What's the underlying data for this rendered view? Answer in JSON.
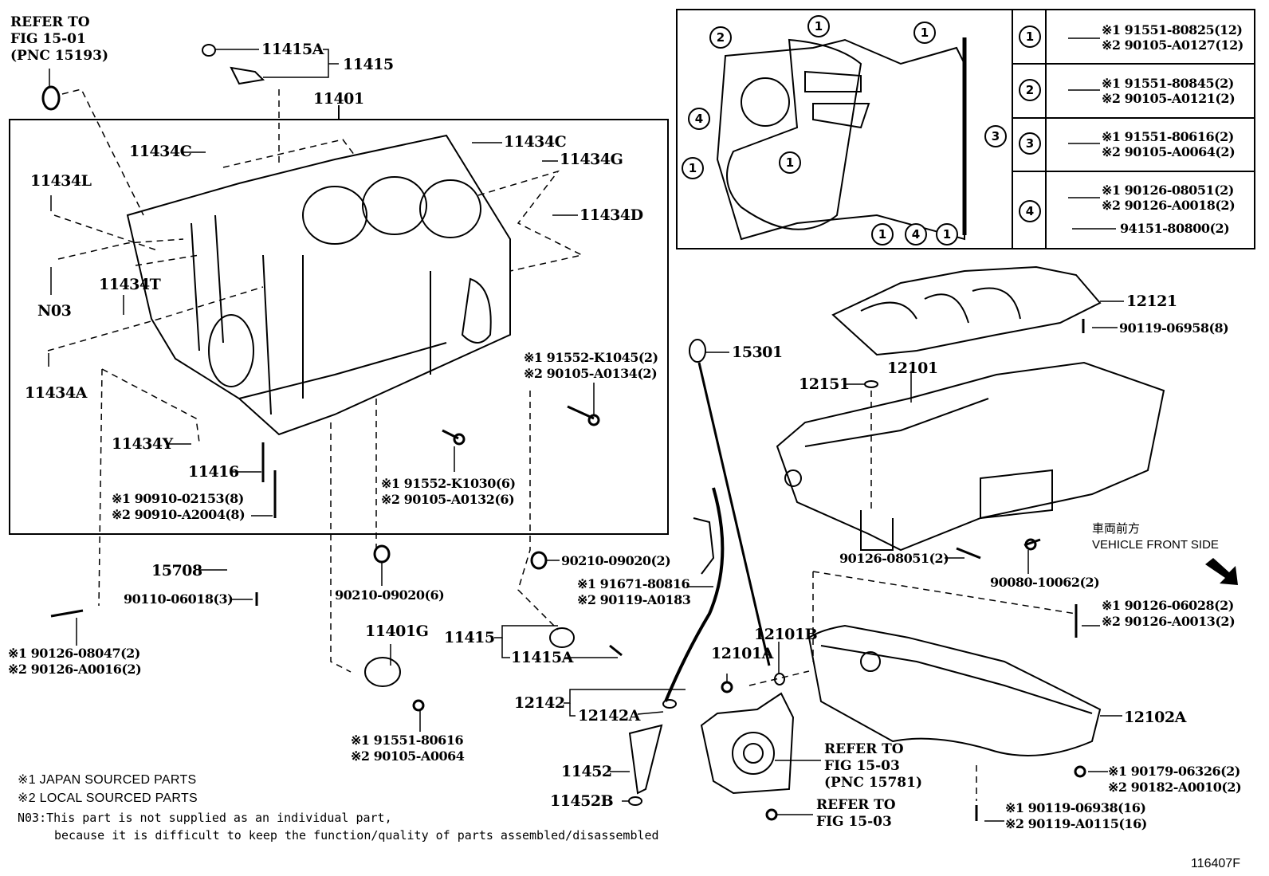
{
  "figure_id": "116407F",
  "legend": {
    "note1": "※1 JAPAN SOURCED PARTS",
    "note2": "※2 LOCAL SOURCED PARTS",
    "n03_line1": "N03:This part is not supplied as an individual part,",
    "n03_line2": "because it is difficult to keep the function/quality of parts assembled/disassembled"
  },
  "refs": {
    "fig1501": "REFER TO\nFIG 15-01\n(PNC 15193)",
    "fig1503_pnc": "REFER TO\nFIG 15-03\n(PNC 15781)",
    "fig1503": "REFER TO\nFIG 15-03"
  },
  "vehicle_front": {
    "jp": "車両前方",
    "en": "VEHICLE FRONT SIDE"
  },
  "labels": {
    "p11415A_top": "11415A",
    "p11415_top": "11415",
    "p11401": "11401",
    "p11434C_left": "11434C",
    "p11434C_right": "11434C",
    "p11434G": "11434G",
    "p11434L": "11434L",
    "p11434D": "11434D",
    "pN03": "N03",
    "p11434T": "11434T",
    "p11434A": "11434A",
    "p11434Y": "11434Y",
    "p11416": "11416",
    "b11416_1": "※1 90910-02153(8)",
    "b11416_2": "※2 90910-A2004(8)",
    "k1045_1": "※1 91552-K1045(2)",
    "k1045_2": "※2 90105-A0134(2)",
    "k1030_1": "※1 91552-K1030(6)",
    "k1030_2": "※2 90105-A0132(6)",
    "p15708": "15708",
    "p90110": "90110-06018(3)",
    "stud1": "※1 90126-08047(2)",
    "stud2": "※2 90126-A0016(2)",
    "gasket6": "90210-09020(6)",
    "gasket2": "90210-09020(2)",
    "p91671_1": "※1 91671-80816",
    "p91671_2": "※2 90119-A0183",
    "p11401G": "11401G",
    "s80616_1": "※1 91551-80616",
    "s80616_2": "※2 90105-A0064",
    "p11415_bot": "11415",
    "p11415A_bot": "11415A",
    "p15301": "15301",
    "p12142": "12142",
    "p12142A": "12142A",
    "p11452": "11452",
    "p11452B": "11452B",
    "p12121": "12121",
    "b06958": "90119-06958(8)",
    "p12151": "12151",
    "p12101": "12101",
    "stud08051": "90126-08051(2)",
    "b10062": "90080-10062(2)",
    "p12101B": "12101B",
    "p12101A": "12101A",
    "s06028_1": "※1 90126-06028(2)",
    "s06028_2": "※2 90126-A0013(2)",
    "p12102A": "12102A",
    "n06326_1": "※1 90179-06326(2)",
    "n06326_2": "※2 90182-A0010(2)",
    "b06938_1": "※1 90119-06938(16)",
    "b06938_2": "※2 90119-A0115(16)"
  },
  "bolt_table": {
    "rows": [
      {
        "key": "1",
        "line1": "※1 91551-80825(12)",
        "line2": "※2 90105-A0127(12)"
      },
      {
        "key": "2",
        "line1": "※1 91551-80845(2)",
        "line2": "※2 90105-A0121(2)"
      },
      {
        "key": "3",
        "line1": "※1 91551-80616(2)",
        "line2": "※2 90105-A0064(2)"
      },
      {
        "key": "4",
        "line1": "※1 90126-08051(2)",
        "line2": "※2 90126-A0018(2)",
        "line3": "94151-80800(2)"
      }
    ]
  },
  "callouts": {
    "c1": "1",
    "c2": "2",
    "c3": "3",
    "c4": "4"
  }
}
